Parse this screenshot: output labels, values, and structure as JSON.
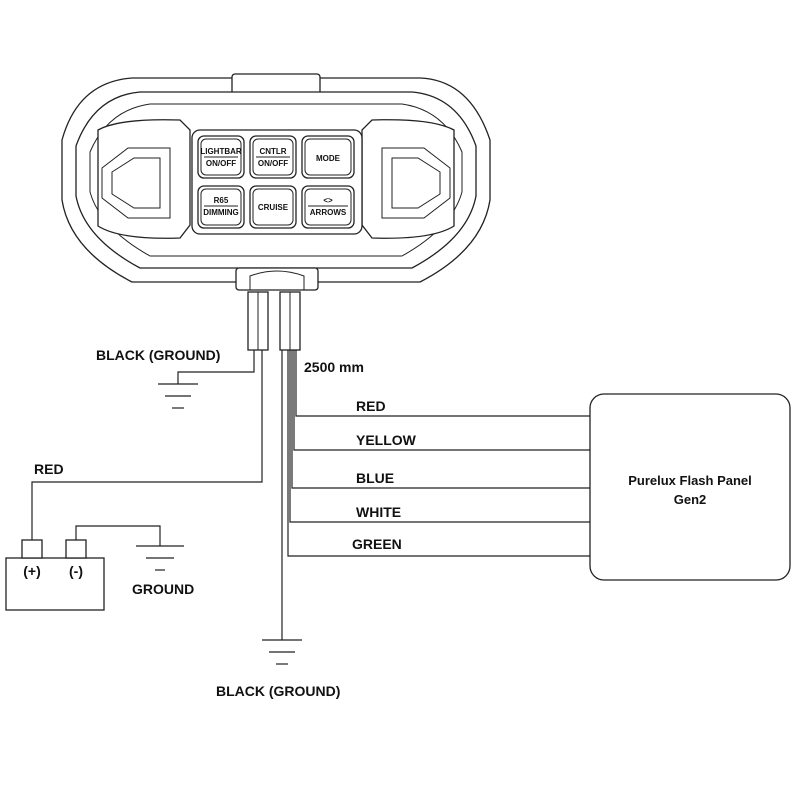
{
  "controller": {
    "buttons": [
      {
        "line1": "LIGHTBAR",
        "line2": "ON/OFF"
      },
      {
        "line1": "CNTLR",
        "line2": "ON/OFF"
      },
      {
        "line1": "MODE",
        "line2": ""
      },
      {
        "line1": "R65",
        "line2": "DIMMING"
      },
      {
        "line1": "CRUISE",
        "line2": ""
      },
      {
        "line1": "<>",
        "line2": "ARROWS"
      }
    ]
  },
  "labels": {
    "black_ground_top": "BLACK (GROUND)",
    "cable_length": "2500 mm",
    "red_power": "RED",
    "battery_plus": "(+)",
    "battery_minus": "(-)",
    "ground": "GROUND",
    "black_ground_bottom": "BLACK (GROUND)"
  },
  "wires": [
    "RED",
    "YELLOW",
    "BLUE",
    "WHITE",
    "GREEN"
  ],
  "panel": {
    "line1": "Purelux Flash Panel",
    "line2": "Gen2"
  }
}
